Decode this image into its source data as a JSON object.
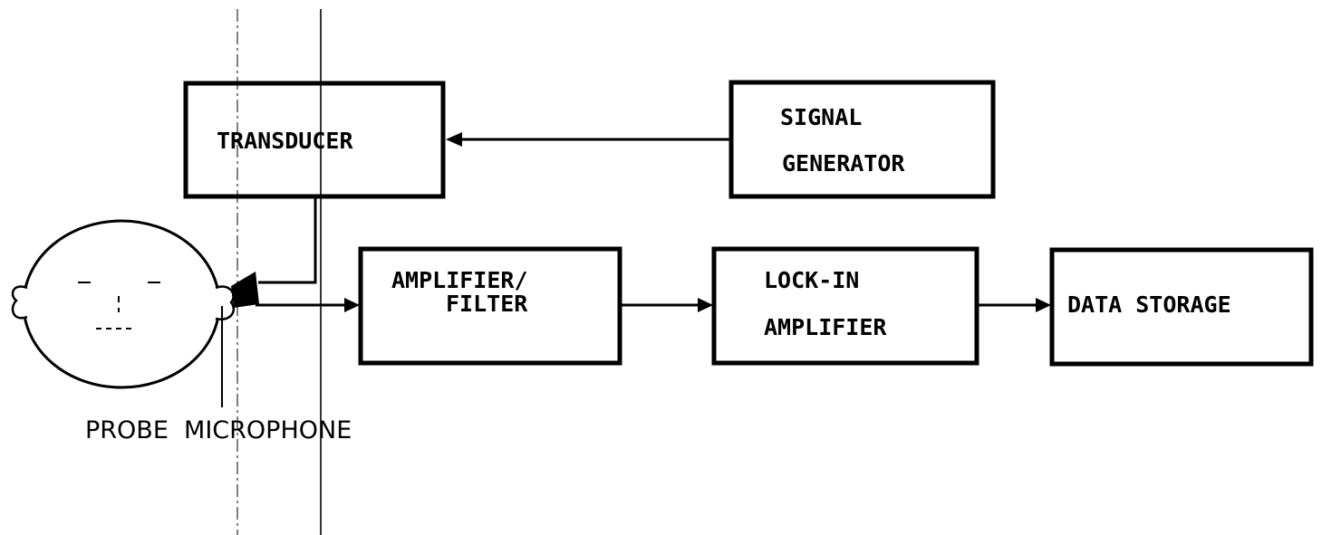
{
  "blocks": {
    "transducer": "TRANSDUCER",
    "signal_generator": [
      "SIGNAL",
      "GENERATOR"
    ],
    "amplifier_filter": [
      "AMPLIFIER/",
      "FILTER"
    ],
    "lock_in_amplifier": [
      "LOCK-IN",
      "AMPLIFIER"
    ],
    "data_storage": "DATA STORAGE"
  },
  "labels": {
    "probe_microphone": "PROBE  MICROPHONE"
  },
  "colors": {
    "ink": "#000000",
    "background": "#ffffff"
  }
}
